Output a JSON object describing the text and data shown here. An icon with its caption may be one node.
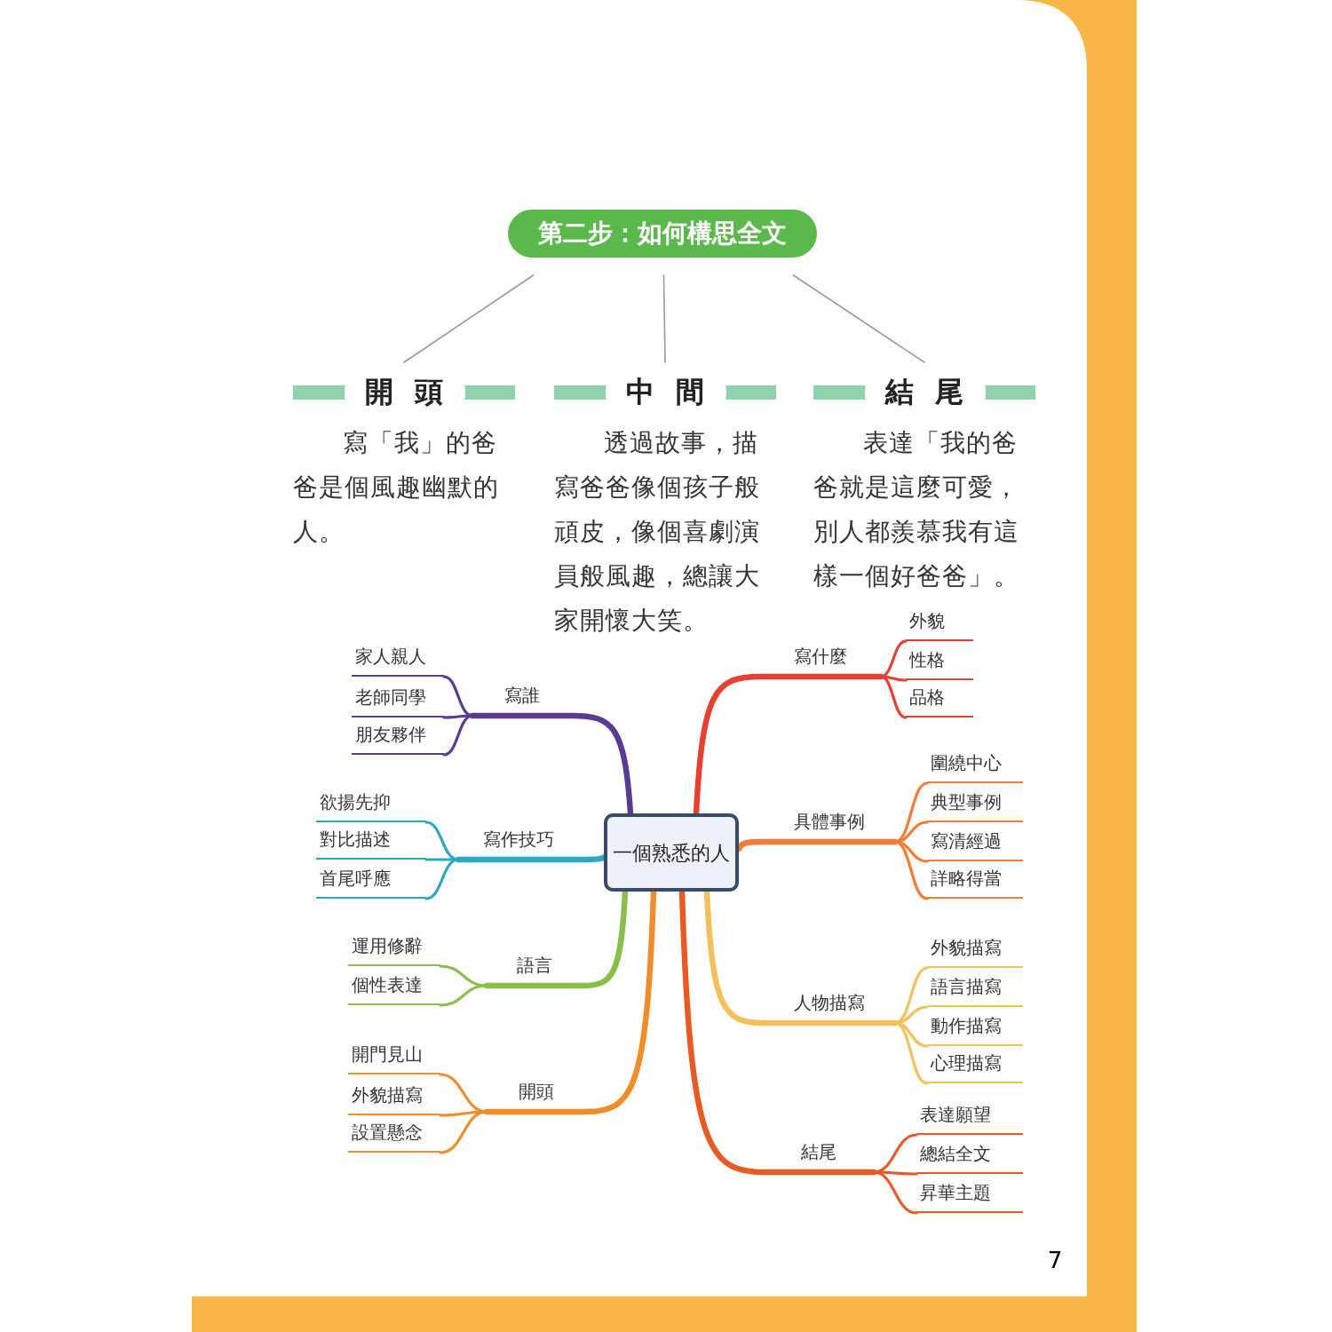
{
  "diagram": {
    "nodes": [
      {
        "text": [
          "第二步：如何構思全文"
        ]
      },
      {
        "text": [
          "開頭",
          "寫「我」的爸爸是個風趣幽默的人。"
        ]
      },
      {
        "text": [
          "中間",
          "透過故事，描寫爸爸像個孩子般頑皮，像個喜劇演員般風趣，總讓大家開懷大笑。"
        ]
      },
      {
        "text": [
          "結尾",
          "表達「我的爸爸就是這麼可愛，別人都羨慕我有這樣一個好爸爸」。"
        ]
      },
      {
        "text": [
          "一個熟悉的人"
        ]
      },
      {
        "text": [
          "寫誰"
        ]
      },
      {
        "text": [
          "家人親人"
        ]
      },
      {
        "text": [
          "老師同學"
        ]
      },
      {
        "text": [
          "朋友夥伴"
        ]
      },
      {
        "text": [
          "寫作技巧"
        ]
      },
      {
        "text": [
          "欲揚先抑"
        ]
      },
      {
        "text": [
          "對比描述"
        ]
      },
      {
        "text": [
          "首尾呼應"
        ]
      },
      {
        "text": [
          "語言"
        ]
      },
      {
        "text": [
          "運用修辭"
        ]
      },
      {
        "text": [
          "個性表達"
        ]
      },
      {
        "text": [
          "開頭"
        ]
      },
      {
        "text": [
          "開門見山"
        ]
      },
      {
        "text": [
          "外貌描寫"
        ]
      },
      {
        "text": [
          "設置懸念"
        ]
      },
      {
        "text": [
          "寫什麼"
        ]
      },
      {
        "text": [
          "外貌"
        ]
      },
      {
        "text": [
          "性格"
        ]
      },
      {
        "text": [
          "品格"
        ]
      },
      {
        "text": [
          "具體事例"
        ]
      },
      {
        "text": [
          "圍繞中心"
        ]
      },
      {
        "text": [
          "典型事例"
        ]
      },
      {
        "text": [
          "寫清經過"
        ]
      },
      {
        "text": [
          "詳略得當"
        ]
      },
      {
        "text": [
          "人物描寫"
        ]
      },
      {
        "text": [
          "外貌描寫"
        ]
      },
      {
        "text": [
          "語言描寫"
        ]
      },
      {
        "text": [
          "動作描寫"
        ]
      },
      {
        "text": [
          "心理描寫"
        ]
      },
      {
        "text": [
          "結尾"
        ]
      },
      {
        "text": [
          "表達願望"
        ]
      },
      {
        "text": [
          "總結全文"
        ]
      },
      {
        "text": [
          "昇華主題"
        ]
      }
    ],
    "edges": [
      {
        "from": 0,
        "to": 1,
        "arrow": "none",
        "color": "#9a9a9a"
      },
      {
        "from": 0,
        "to": 2,
        "arrow": "none",
        "color": "#9a9a9a"
      },
      {
        "from": 0,
        "to": 3,
        "arrow": "none",
        "color": "#9a9a9a"
      },
      {
        "from": 4,
        "to": 5,
        "arrow": "none",
        "style": "thick",
        "color": "#5a3b91"
      },
      {
        "from": 5,
        "to": 6,
        "arrow": "none",
        "color": "#5a3b91"
      },
      {
        "from": 5,
        "to": 7,
        "arrow": "none",
        "color": "#5a3b91"
      },
      {
        "from": 5,
        "to": 8,
        "arrow": "none",
        "color": "#5a3b91"
      },
      {
        "from": 4,
        "to": 9,
        "arrow": "none",
        "style": "thick",
        "color": "#28a9c1"
      },
      {
        "from": 9,
        "to": 10,
        "arrow": "none",
        "color": "#28a9c1"
      },
      {
        "from": 9,
        "to": 11,
        "arrow": "none",
        "color": "#28a9c1"
      },
      {
        "from": 9,
        "to": 12,
        "arrow": "none",
        "color": "#28a9c1"
      },
      {
        "from": 4,
        "to": 13,
        "arrow": "none",
        "style": "thick",
        "color": "#8bbd4a"
      },
      {
        "from": 13,
        "to": 14,
        "arrow": "none",
        "color": "#8bbd4a"
      },
      {
        "from": 13,
        "to": 15,
        "arrow": "none",
        "color": "#8bbd4a"
      },
      {
        "from": 4,
        "to": 16,
        "arrow": "none",
        "style": "thick",
        "color": "#f28c28"
      },
      {
        "from": 16,
        "to": 17,
        "arrow": "none",
        "color": "#f28c28"
      },
      {
        "from": 16,
        "to": 18,
        "arrow": "none",
        "color": "#f28c28"
      },
      {
        "from": 16,
        "to": 19,
        "arrow": "none",
        "color": "#f28c28"
      },
      {
        "from": 4,
        "to": 20,
        "arrow": "none",
        "style": "thick",
        "color": "#e8402f"
      },
      {
        "from": 20,
        "to": 21,
        "arrow": "none",
        "color": "#e8402f"
      },
      {
        "from": 20,
        "to": 22,
        "arrow": "none",
        "color": "#e8402f"
      },
      {
        "from": 20,
        "to": 23,
        "arrow": "none",
        "color": "#e8402f"
      },
      {
        "from": 4,
        "to": 24,
        "arrow": "none",
        "style": "thick",
        "color": "#f27b35"
      },
      {
        "from": 24,
        "to": 25,
        "arrow": "none",
        "color": "#f27b35"
      },
      {
        "from": 24,
        "to": 26,
        "arrow": "none",
        "color": "#f27b35"
      },
      {
        "from": 24,
        "to": 27,
        "arrow": "none",
        "color": "#f27b35"
      },
      {
        "from": 24,
        "to": 28,
        "arrow": "none",
        "color": "#f27b35"
      },
      {
        "from": 4,
        "to": 29,
        "arrow": "none",
        "style": "thick",
        "color": "#f3c15a"
      },
      {
        "from": 29,
        "to": 30,
        "arrow": "none",
        "color": "#f3c15a"
      },
      {
        "from": 29,
        "to": 31,
        "arrow": "none",
        "color": "#f3c15a"
      },
      {
        "from": 29,
        "to": 32,
        "arrow": "none",
        "color": "#f3c15a"
      },
      {
        "from": 29,
        "to": 33,
        "arrow": "none",
        "color": "#f3c15a"
      },
      {
        "from": 4,
        "to": 34,
        "arrow": "none",
        "style": "thick",
        "color": "#e95a22"
      },
      {
        "from": 34,
        "to": 35,
        "arrow": "none",
        "color": "#e95a22"
      },
      {
        "from": 34,
        "to": 36,
        "arrow": "none",
        "color": "#e95a22"
      },
      {
        "from": 34,
        "to": 37,
        "arrow": "none",
        "color": "#e95a22"
      }
    ],
    "labels": [
      "7"
    ]
  }
}
